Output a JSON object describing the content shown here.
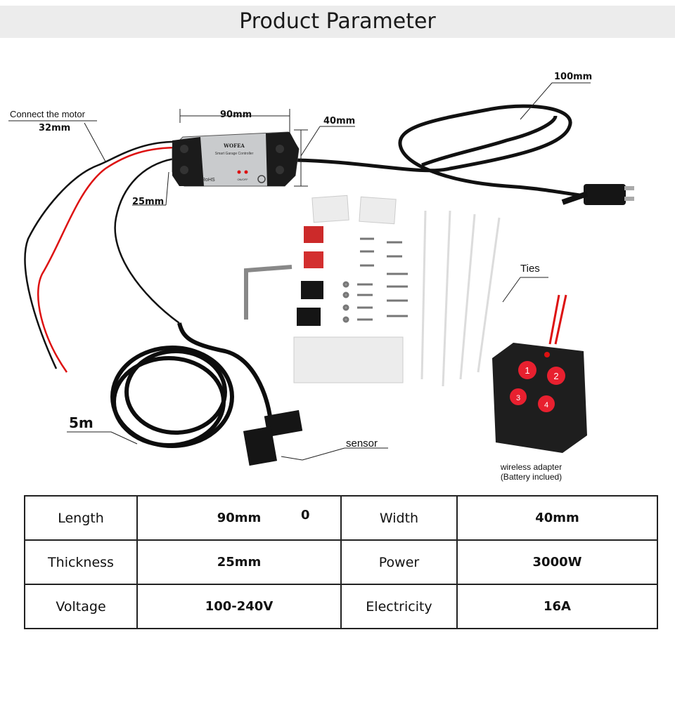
{
  "header": {
    "title": "Product Parameter"
  },
  "labels": {
    "cord_length": "100mm",
    "motor": "Connect the motor",
    "motor_len": "32mm",
    "width_dim": "90mm",
    "height_dim": "40mm",
    "thick_dim": "25mm",
    "ties": "Ties",
    "cable_len": "5m",
    "sensor": "sensor",
    "remote_line1": "wireless adapter",
    "remote_line2": "(Battery inclued)",
    "device_brand": "WOFEA",
    "device_subtitle": "Smart Garage Controller",
    "device_rohs": "RoHS",
    "device_onoff": "ON/OFF"
  },
  "remote_buttons": [
    "1",
    "2",
    "3",
    "4"
  ],
  "table": {
    "rows": [
      {
        "name1": "Length",
        "val1": "90mm",
        "name2": "Width",
        "val2": "40mm",
        "extra": "0"
      },
      {
        "name1": "Thickness",
        "val1": "25mm",
        "name2": "Power",
        "val2": "3000W"
      },
      {
        "name1": "Voltage",
        "val1": "100-240V",
        "name2": "Electricity",
        "val2": "16A"
      }
    ]
  },
  "colors": {
    "button_red": "#e8202f",
    "device_gray": "#c9cbcd",
    "body_black": "#1b1b1b"
  }
}
